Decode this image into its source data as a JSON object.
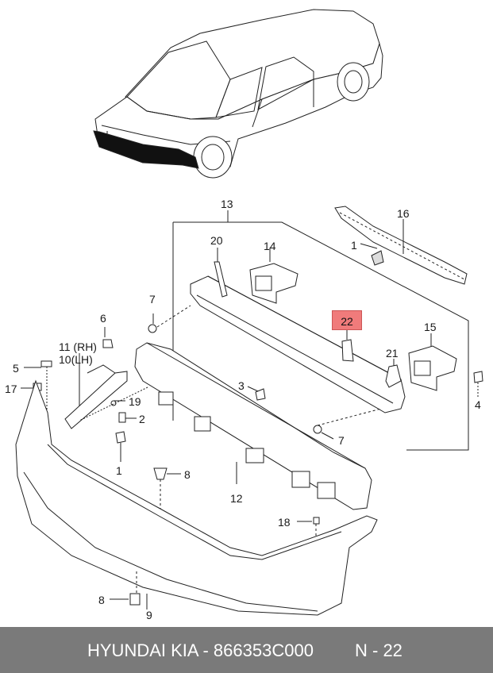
{
  "callouts": {
    "c13": "13",
    "c16": "16",
    "c20": "20",
    "c14": "14",
    "c1a": "1",
    "c7a": "7",
    "c22": "22",
    "c15": "15",
    "c6": "6",
    "c11": "11 (RH)",
    "c10": "10(LH)",
    "c21": "21",
    "c5": "5",
    "c17": "17",
    "c3": "3",
    "c4": "4",
    "c19": "19",
    "c2": "2",
    "c7b": "7",
    "c1b": "1",
    "c8a": "8",
    "c12": "12",
    "c18": "18",
    "c8b": "8",
    "c9": "9"
  },
  "footer": {
    "brand_text": "HYUNDAI  KIA - 866353C000",
    "page_ref": "N - 22"
  },
  "colors": {
    "highlight": "#f07b7b",
    "footer_bg": "#7a7a7a",
    "line": "#222222"
  }
}
